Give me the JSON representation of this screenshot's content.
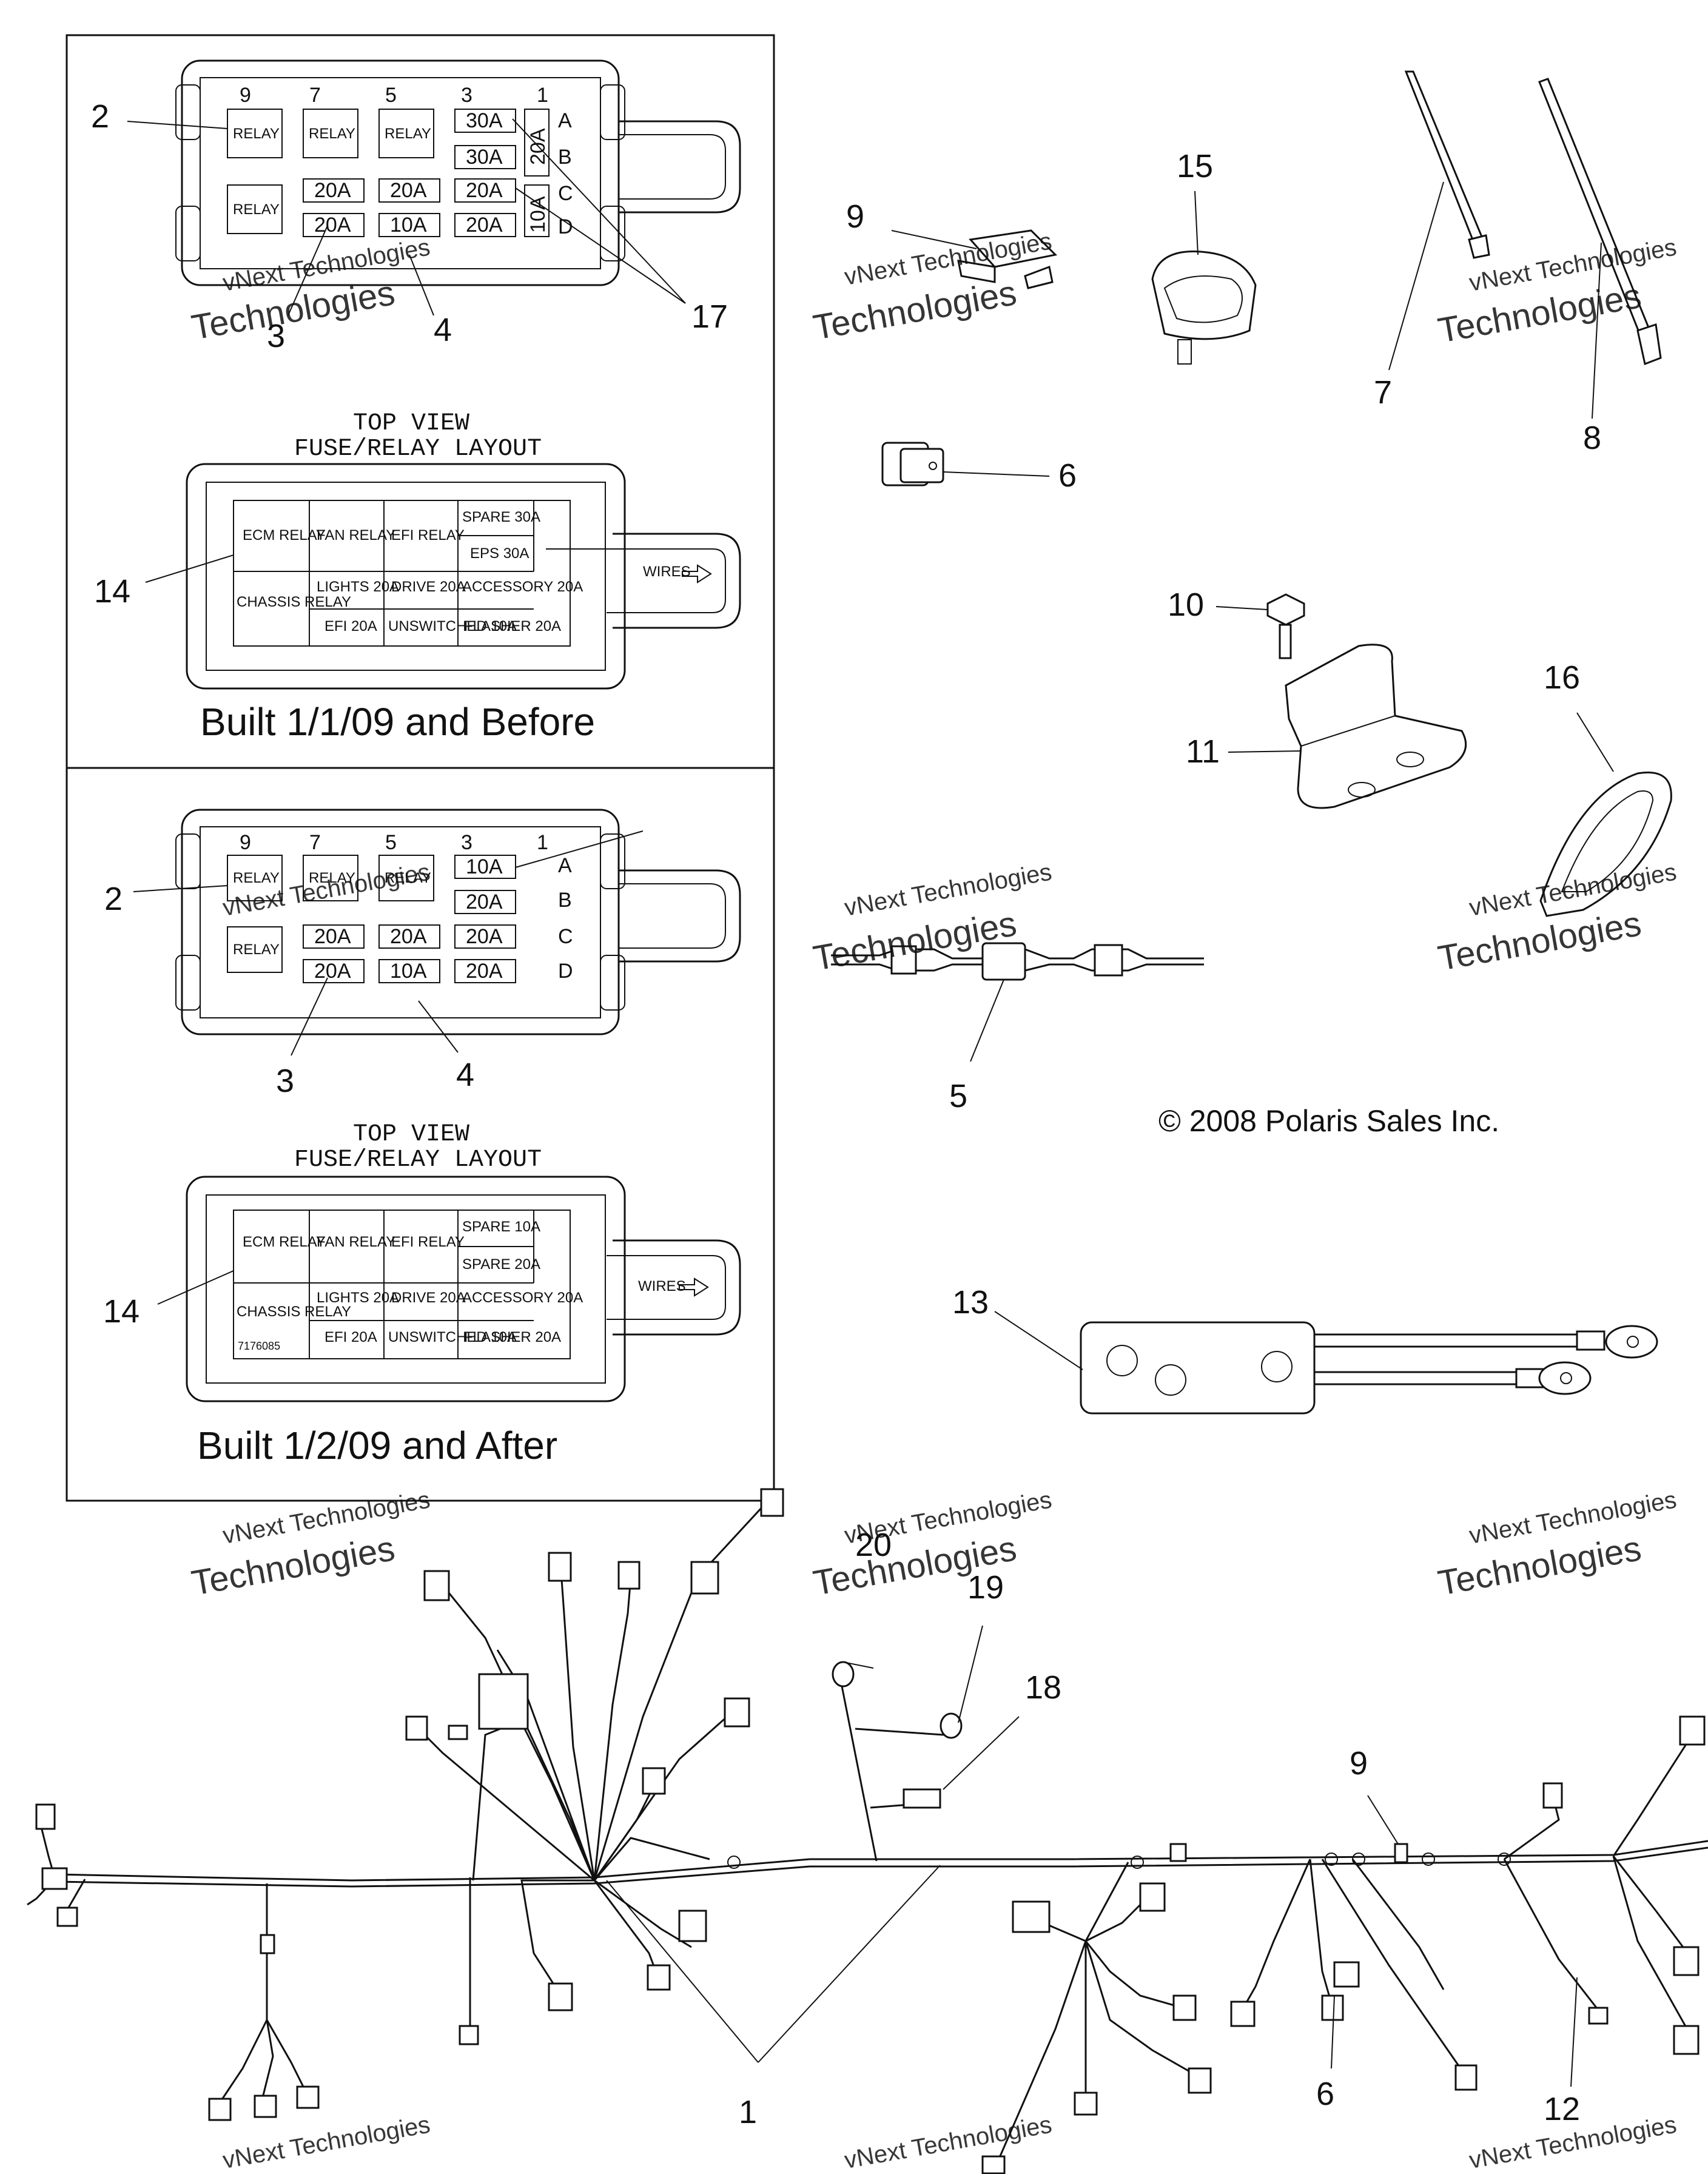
{
  "panels": {
    "before": {
      "caption": "Built 1/1/09 and Before",
      "view_title_1": "TOP VIEW",
      "view_title_2": "FUSE/RELAY LAYOUT",
      "box_numbers": [
        "9",
        "7",
        "5",
        "3",
        "1"
      ],
      "box_rows": [
        "A",
        "B",
        "C",
        "D"
      ],
      "relays": [
        "RELAY",
        "RELAY",
        "RELAY",
        "RELAY"
      ],
      "fuses": [
        "30A",
        "30A",
        "20A",
        "20A",
        "20A",
        "20A",
        "10A",
        "20A"
      ],
      "side_fuses": [
        "20A",
        "10A"
      ],
      "layout": {
        "ecm": "ECM RELAY",
        "fan": "FAN RELAY",
        "efi": "EFI RELAY",
        "spare": "SPARE 30A",
        "eps": "EPS 30A",
        "chassis": "CHASSIS RELAY",
        "lights": "LIGHTS 20A",
        "drive": "DRIVE 20A",
        "accessory": "ACCESSORY 20A",
        "efi_fuse": "EFI 20A",
        "unswitched": "UNSWITCHED 10A",
        "flasher": "FLASHER 20A",
        "wires": "WIRES"
      }
    },
    "after": {
      "caption": "Built 1/2/09 and After",
      "view_title_1": "TOP VIEW",
      "view_title_2": "FUSE/RELAY LAYOUT",
      "box_numbers": [
        "9",
        "7",
        "5",
        "3",
        "1"
      ],
      "box_rows": [
        "A",
        "B",
        "C",
        "D"
      ],
      "relays": [
        "RELAY",
        "RELAY",
        "RELAY",
        "RELAY"
      ],
      "fuses": [
        "10A",
        "20A",
        "20A",
        "20A",
        "20A",
        "20A",
        "10A",
        "20A"
      ],
      "layout": {
        "ecm": "ECM RELAY",
        "fan": "FAN RELAY",
        "efi": "EFI RELAY",
        "spare1": "SPARE 10A",
        "spare2": "SPARE 20A",
        "chassis": "CHASSIS RELAY",
        "lights": "LIGHTS 20A",
        "drive": "DRIVE 20A",
        "accessory": "ACCESSORY 20A",
        "efi_fuse": "EFI 20A",
        "unswitched": "UNSWITCHED 10A",
        "flasher": "FLASHER 20A",
        "wires": "WIRES",
        "part_no": "7176085"
      }
    }
  },
  "callouts": {
    "c1": "1",
    "c2a": "2",
    "c2b": "2",
    "c3a": "3",
    "c3b": "3",
    "c4a": "4",
    "c4b": "4",
    "c5": "5",
    "c6a": "6",
    "c6b": "6",
    "c7": "7",
    "c8": "8",
    "c9a": "9",
    "c9b": "9",
    "c10": "10",
    "c11": "11",
    "c12": "12",
    "c13": "13",
    "c14a": "14",
    "c14b": "14",
    "c15": "15",
    "c16": "16",
    "c17": "17",
    "c18": "18",
    "c19": "19",
    "c20": "20"
  },
  "copyright": "© 2008 Polaris Sales Inc.",
  "watermark": {
    "line1": "vNext Technologies",
    "line2": "Technologies",
    "line3": "vNext"
  }
}
